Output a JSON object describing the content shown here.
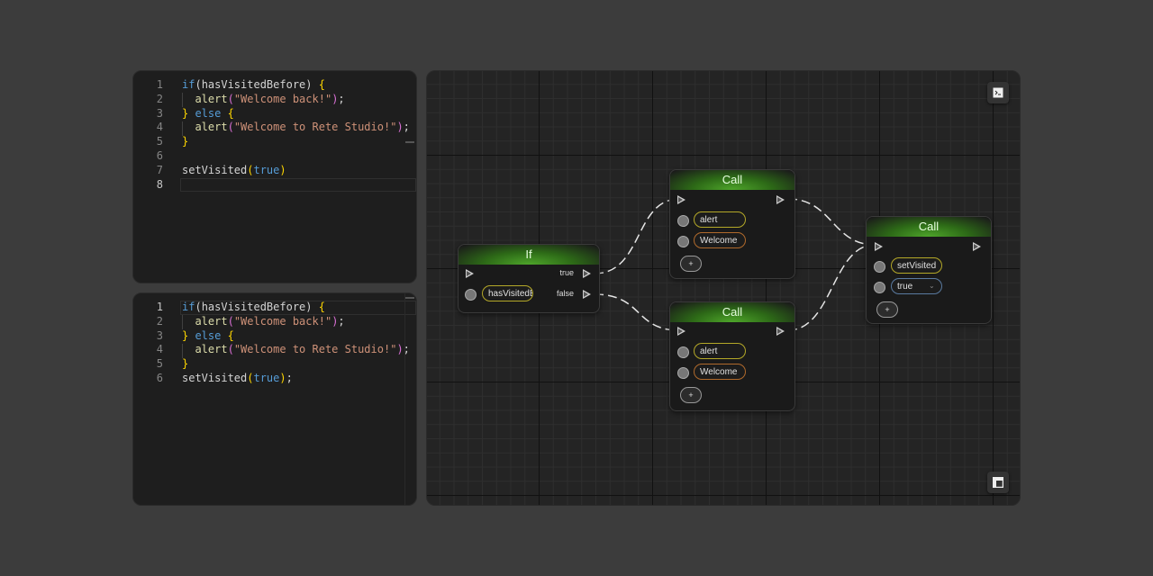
{
  "editor_top": {
    "lines": [
      {
        "n": "1",
        "parts": [
          [
            "kw",
            "if"
          ],
          [
            "",
            "("
          ],
          [
            "",
            "hasVisitedBefore"
          ],
          [
            "",
            ")"
          ],
          [
            "",
            ""
          ],
          [
            "br1",
            " {"
          ]
        ]
      },
      {
        "n": "2",
        "parts": [
          [
            "",
            "  "
          ],
          [
            "fn",
            "alert"
          ],
          [
            "br2",
            "("
          ],
          [
            "str",
            "\"Welcome back!\""
          ],
          [
            "br2",
            ")"
          ],
          [
            "",
            ";"
          ]
        ]
      },
      {
        "n": "3",
        "parts": [
          [
            "br1",
            "}"
          ],
          [
            "kw",
            " else"
          ],
          [
            "br1",
            " {"
          ]
        ]
      },
      {
        "n": "4",
        "parts": [
          [
            "",
            "  "
          ],
          [
            "fn",
            "alert"
          ],
          [
            "br2",
            "("
          ],
          [
            "str",
            "\"Welcome to Rete Studio!\""
          ],
          [
            "br2",
            ")"
          ],
          [
            "",
            ";"
          ]
        ]
      },
      {
        "n": "5",
        "parts": [
          [
            "br1",
            "}"
          ]
        ]
      },
      {
        "n": "6",
        "parts": []
      },
      {
        "n": "7",
        "parts": [
          [
            "",
            "setVisited"
          ],
          [
            "br1",
            "("
          ],
          [
            "kw",
            "true"
          ],
          [
            "br1",
            ")"
          ]
        ]
      },
      {
        "n": "8",
        "parts": []
      }
    ],
    "active_line": "8"
  },
  "editor_bottom": {
    "lines": [
      {
        "n": "1",
        "parts": [
          [
            "kw",
            "if"
          ],
          [
            "",
            ""
          ],
          [
            "",
            "("
          ],
          [
            "",
            "hasVisitedBefore"
          ],
          [
            "",
            ")"
          ],
          [
            "br1",
            " {"
          ]
        ]
      },
      {
        "n": "2",
        "parts": [
          [
            "",
            "  "
          ],
          [
            "fn",
            "alert"
          ],
          [
            "br2",
            "("
          ],
          [
            "str",
            "\"Welcome back!\""
          ],
          [
            "br2",
            ")"
          ],
          [
            "",
            ";"
          ]
        ]
      },
      {
        "n": "3",
        "parts": [
          [
            "br1",
            "}"
          ],
          [
            "kw",
            " else"
          ],
          [
            "br1",
            " {"
          ]
        ]
      },
      {
        "n": "4",
        "parts": [
          [
            "",
            "  "
          ],
          [
            "fn",
            "alert"
          ],
          [
            "br2",
            "("
          ],
          [
            "str",
            "\"Welcome to Rete Studio!\""
          ],
          [
            "br2",
            ")"
          ],
          [
            "",
            ";"
          ]
        ]
      },
      {
        "n": "5",
        "parts": [
          [
            "br1",
            "}"
          ]
        ]
      },
      {
        "n": "6",
        "parts": [
          [
            "",
            "setVisited"
          ],
          [
            "br1",
            "("
          ],
          [
            "kw",
            "true"
          ],
          [
            "br1",
            ")"
          ],
          [
            "",
            ";"
          ]
        ]
      }
    ],
    "active_line": "1"
  },
  "graph": {
    "if_node": {
      "title": "If",
      "true_label": "true",
      "false_label": "false",
      "condition": "hasVisitedBefore"
    },
    "call_1": {
      "title": "Call",
      "fn": "alert",
      "arg": "Welcome",
      "add": "+"
    },
    "call_2": {
      "title": "Call",
      "fn": "alert",
      "arg": "Welcome",
      "add": "+"
    },
    "call_3": {
      "title": "Call",
      "fn": "setVisited",
      "arg": "true",
      "add": "+"
    },
    "toolbar": {
      "terminal_icon": "terminal-icon",
      "layout_icon": "layout-icon"
    }
  },
  "colors": {
    "header_green": "#4ea52a",
    "pill_yellow": "#b4a828",
    "pill_orange": "#b06a2c",
    "pill_blue": "#5a7aa0"
  }
}
